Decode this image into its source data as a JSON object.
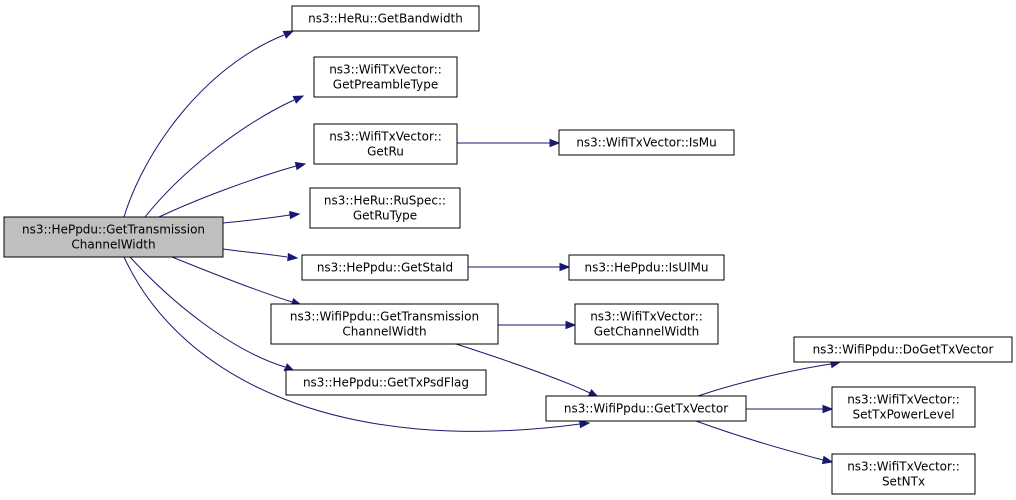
{
  "graph": {
    "nodes": {
      "root": {
        "lines": [
          "ns3::HePpdu::GetTransmission",
          "ChannelWidth"
        ]
      },
      "heru_getbw": {
        "lines": [
          "ns3::HeRu::GetBandwidth"
        ]
      },
      "txv_getpreamble": {
        "lines": [
          "ns3::WifiTxVector::",
          "GetPreambleType"
        ]
      },
      "txv_getru": {
        "lines": [
          "ns3::WifiTxVector::",
          "GetRu"
        ]
      },
      "txv_ismu": {
        "lines": [
          "ns3::WifiTxVector::IsMu"
        ]
      },
      "ruspec_getrutype": {
        "lines": [
          "ns3::HeRu::RuSpec::",
          "GetRuType"
        ]
      },
      "heppdu_getstaid": {
        "lines": [
          "ns3::HePpdu::GetStaId"
        ]
      },
      "heppdu_isulmu": {
        "lines": [
          "ns3::HePpdu::IsUlMu"
        ]
      },
      "wifippdu_gettcw": {
        "lines": [
          "ns3::WifiPpdu::GetTransmission",
          "ChannelWidth"
        ]
      },
      "txv_getcw": {
        "lines": [
          "ns3::WifiTxVector::",
          "GetChannelWidth"
        ]
      },
      "heppdu_gettxpsd": {
        "lines": [
          "ns3::HePpdu::GetTxPsdFlag"
        ]
      },
      "wifippdu_gettxv": {
        "lines": [
          "ns3::WifiPpdu::GetTxVector"
        ]
      },
      "wifippdu_dogettxv": {
        "lines": [
          "ns3::WifiPpdu::DoGetTxVector"
        ]
      },
      "txv_settxpower": {
        "lines": [
          "ns3::WifiTxVector::",
          "SetTxPowerLevel"
        ]
      },
      "txv_setntx": {
        "lines": [
          "ns3::WifiTxVector::",
          "SetNTx"
        ]
      }
    },
    "edges": [
      {
        "from": "root",
        "to": "heru_getbw"
      },
      {
        "from": "root",
        "to": "txv_getpreamble"
      },
      {
        "from": "root",
        "to": "txv_getru"
      },
      {
        "from": "root",
        "to": "ruspec_getrutype"
      },
      {
        "from": "root",
        "to": "heppdu_getstaid"
      },
      {
        "from": "root",
        "to": "wifippdu_gettcw"
      },
      {
        "from": "root",
        "to": "heppdu_gettxpsd"
      },
      {
        "from": "root",
        "to": "wifippdu_gettxv"
      },
      {
        "from": "txv_getru",
        "to": "txv_ismu"
      },
      {
        "from": "heppdu_getstaid",
        "to": "heppdu_isulmu"
      },
      {
        "from": "wifippdu_gettcw",
        "to": "txv_getcw"
      },
      {
        "from": "wifippdu_gettcw",
        "to": "wifippdu_gettxv"
      },
      {
        "from": "wifippdu_gettxv",
        "to": "wifippdu_dogettxv"
      },
      {
        "from": "wifippdu_gettxv",
        "to": "txv_settxpower"
      },
      {
        "from": "wifippdu_gettxv",
        "to": "txv_setntx"
      }
    ],
    "colors": {
      "edge": "#191970",
      "root_fill": "#bfbfbf",
      "node_fill": "#ffffff",
      "node_border": "#000000"
    }
  }
}
